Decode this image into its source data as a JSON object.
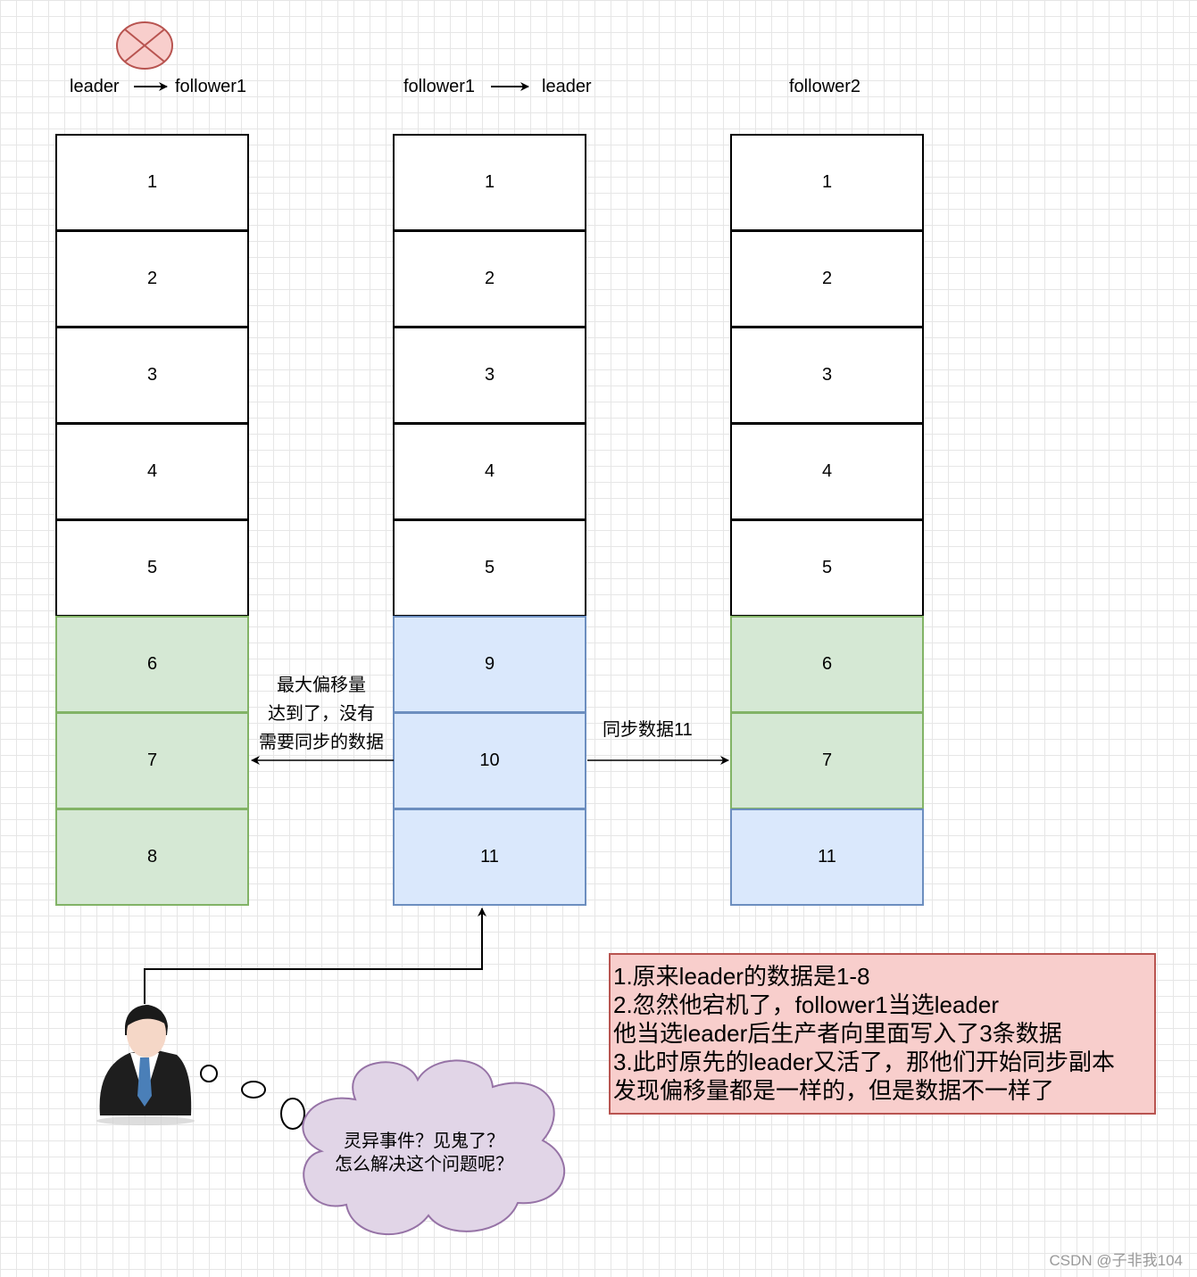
{
  "headers": {
    "col1": {
      "from": "leader",
      "to": "follower1"
    },
    "col2": {
      "from": "follower1",
      "to": "leader"
    },
    "col3": {
      "title": "follower2"
    }
  },
  "columns": [
    {
      "name": "col1",
      "cells": [
        {
          "v": "1",
          "style": "white"
        },
        {
          "v": "2",
          "style": "white"
        },
        {
          "v": "3",
          "style": "white"
        },
        {
          "v": "4",
          "style": "white"
        },
        {
          "v": "5",
          "style": "white"
        },
        {
          "v": "6",
          "style": "green"
        },
        {
          "v": "7",
          "style": "green"
        },
        {
          "v": "8",
          "style": "green"
        }
      ]
    },
    {
      "name": "col2",
      "cells": [
        {
          "v": "1",
          "style": "white"
        },
        {
          "v": "2",
          "style": "white"
        },
        {
          "v": "3",
          "style": "white"
        },
        {
          "v": "4",
          "style": "white"
        },
        {
          "v": "5",
          "style": "white"
        },
        {
          "v": "9",
          "style": "blue"
        },
        {
          "v": "10",
          "style": "blue"
        },
        {
          "v": "11",
          "style": "blue"
        }
      ]
    },
    {
      "name": "col3",
      "cells": [
        {
          "v": "1",
          "style": "white"
        },
        {
          "v": "2",
          "style": "white"
        },
        {
          "v": "3",
          "style": "white"
        },
        {
          "v": "4",
          "style": "white"
        },
        {
          "v": "5",
          "style": "white"
        },
        {
          "v": "6",
          "style": "green"
        },
        {
          "v": "7",
          "style": "green"
        },
        {
          "v": "11",
          "style": "blue"
        }
      ]
    }
  ],
  "annotations": {
    "left_arrow_lines": [
      "最大偏移量",
      "达到了，没有",
      "需要同步的数据"
    ],
    "right_arrow_label": "同步数据11"
  },
  "note_lines": [
    "1.原来leader的数据是1-8",
    "2.忽然他宕机了，follower1当选leader",
    "他当选leader后生产者向里面写入了3条数据",
    "3.此时原先的leader又活了，那他们开始同步副本",
    "发现偏移量都是一样的，但是数据不一样了"
  ],
  "cloud_lines": [
    "灵异事件？见鬼了？",
    "怎么解决这个问题呢？"
  ],
  "watermark": "CSDN @子非我104",
  "colors": {
    "green_fill": "#d5e8d4",
    "green_stroke": "#82b366",
    "blue_fill": "#dae8fc",
    "blue_stroke": "#6c8ebf",
    "note_fill": "#f8cecc",
    "note_stroke": "#b85450",
    "cloud_fill": "#e1d5e7",
    "cloud_stroke": "#9673a6"
  }
}
